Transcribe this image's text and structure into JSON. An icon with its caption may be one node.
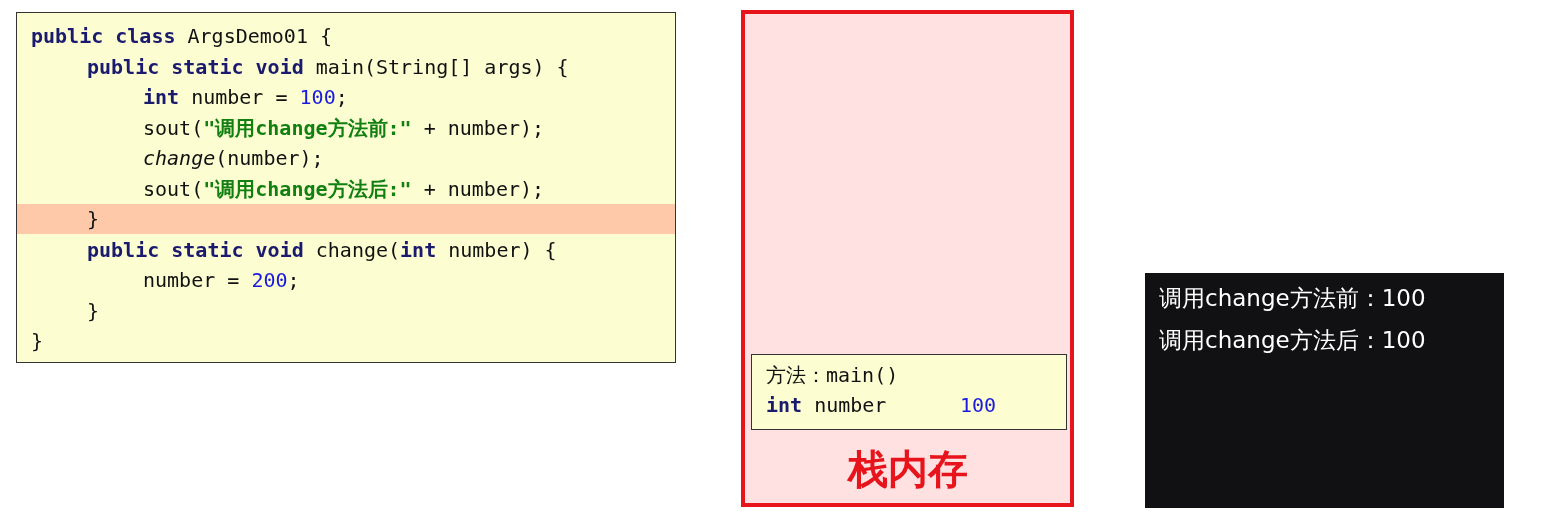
{
  "diagram": {
    "nodes": [
      {
        "text": [
          "**public class** ArgsDemo01 {",
          "**public static void** main(String[] args) {",
          "**int** number = 100;",
          "sout(**\"调用change方法前:\"** + number);",
          "*change*(number);",
          "sout(**\"调用change方法后:\"** + number);",
          "}",
          "**public static void** change(**int** number) {",
          "number = 200;",
          "}",
          "}"
        ]
      },
      {
        "text": [
          "栈内存"
        ]
      },
      {
        "text": [
          "方法：main()",
          "**int** number",
          "100"
        ],
        "in": 1
      },
      {
        "text": [
          "调用change方法前：100",
          "调用change方法后：100"
        ]
      }
    ]
  }
}
